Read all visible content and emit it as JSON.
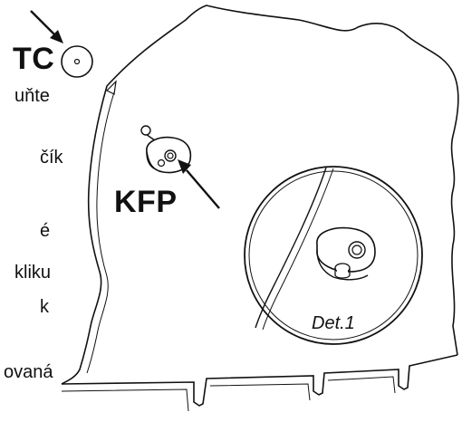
{
  "labels": {
    "tc": "TC",
    "kfp": "KFP",
    "detail": "Det.1"
  },
  "text_fragments": [
    "uňte",
    "čík",
    "é",
    "kliku",
    "k",
    "ovaná"
  ],
  "colors": {
    "line": "#111111",
    "background": "#ffffff"
  }
}
